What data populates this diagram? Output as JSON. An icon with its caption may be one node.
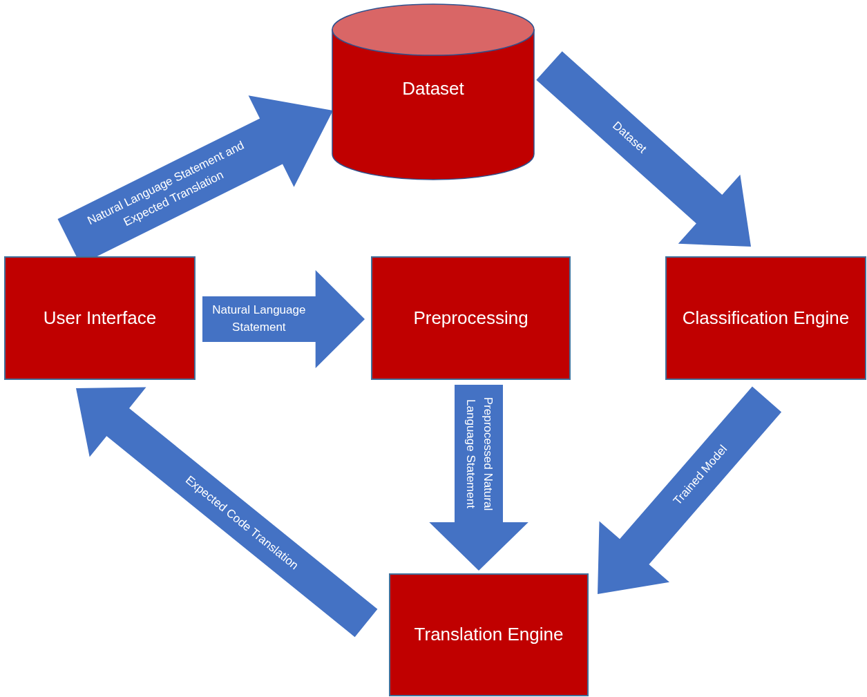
{
  "diagram": {
    "nodes": [
      {
        "text": [
          "Dataset"
        ]
      },
      {
        "text": [
          "User Interface"
        ]
      },
      {
        "text": [
          "Preprocessing"
        ]
      },
      {
        "text": [
          "Classification Engine"
        ]
      },
      {
        "text": [
          "Translation Engine"
        ]
      }
    ],
    "edges": [
      {
        "from": 1,
        "to": 0,
        "arrow": "to",
        "label": "Natural Language Statement and Expected Translation"
      },
      {
        "from": 0,
        "to": 3,
        "arrow": "to",
        "label": "Dataset"
      },
      {
        "from": 1,
        "to": 2,
        "arrow": "to",
        "label": "Natural Language Statement"
      },
      {
        "from": 2,
        "to": 4,
        "arrow": "to",
        "label": "Preprocessed Natural Language Statement"
      },
      {
        "from": 3,
        "to": 4,
        "arrow": "to",
        "label": "Trained Model"
      },
      {
        "from": 4,
        "to": 1,
        "arrow": "to",
        "label": "Expected Code Translation"
      }
    ]
  }
}
